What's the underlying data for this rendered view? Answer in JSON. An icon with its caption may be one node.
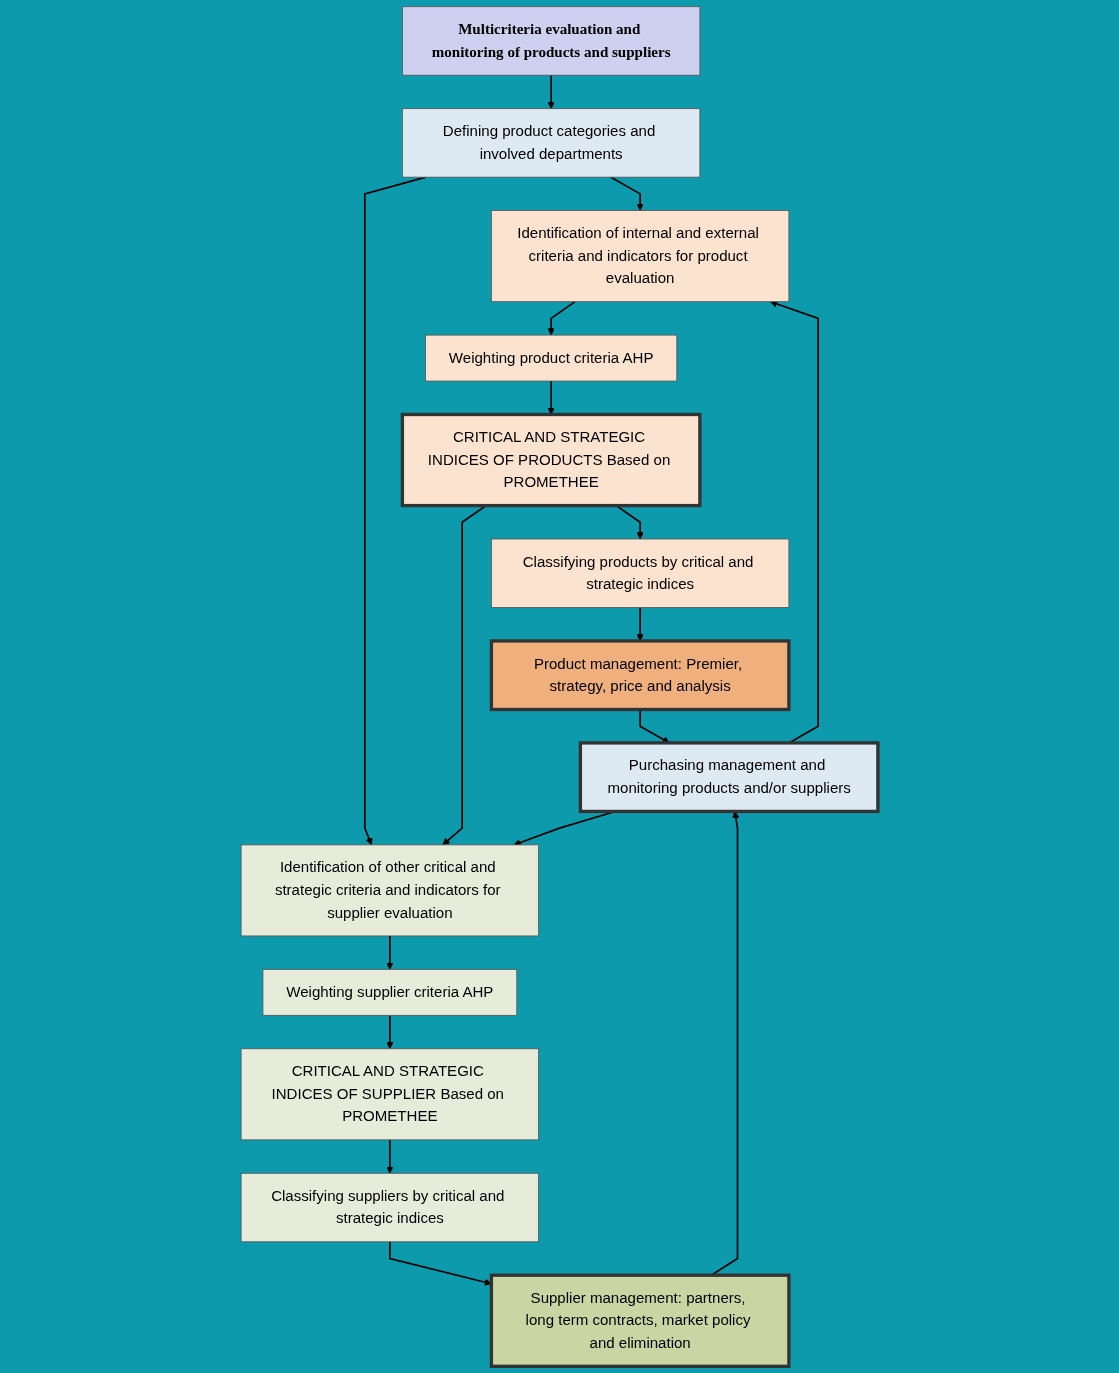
{
  "diagram": {
    "nodes": [
      {
        "text": [
          "Multicriteria evaluation and monitoring of products and suppliers"
        ]
      },
      {
        "text": [
          "Defining product categories and involved departments"
        ]
      },
      {
        "text": [
          "Identification of internal and external criteria and indicators for product evaluation"
        ]
      },
      {
        "text": [
          "Weighting product criteria AHP"
        ]
      },
      {
        "text": [
          "CRITICAL AND STRATEGIC INDICES OF PRODUCTS Based on PROMETHEE"
        ]
      },
      {
        "text": [
          "Classifying products by critical and strategic indices"
        ]
      },
      {
        "text": [
          "Product management: Premier, strategy, price and analysis"
        ]
      },
      {
        "text": [
          "Identification of other critical and strategic criteria and indicators for supplier evaluation"
        ]
      },
      {
        "text": [
          "Weighting supplier criteria AHP"
        ]
      },
      {
        "text": [
          "CRITICAL AND STRATEGIC INDICES OF SUPPLIER Based on PROMETHEE"
        ]
      },
      {
        "text": [
          "Classifying suppliers by critical and strategic indices"
        ]
      },
      {
        "text": [
          "Supplier management: partners, long term contracts, market policy and elimination"
        ]
      },
      {
        "text": [
          "Purchasing management and monitoring products and/or suppliers"
        ]
      }
    ],
    "edges": [
      {
        "from": 0,
        "to": 1,
        "arrow": "to"
      },
      {
        "from": 1,
        "to": 2,
        "arrow": "to"
      },
      {
        "from": 1,
        "to": 7,
        "arrow": "to"
      },
      {
        "from": 2,
        "to": 3,
        "arrow": "to"
      },
      {
        "from": 3,
        "to": 4,
        "arrow": "to"
      },
      {
        "from": 4,
        "to": 5,
        "arrow": "to"
      },
      {
        "from": 5,
        "to": 6,
        "arrow": "to"
      },
      {
        "from": 4,
        "to": 7,
        "arrow": "to"
      },
      {
        "from": 7,
        "to": 8,
        "arrow": "to"
      },
      {
        "from": 8,
        "to": 9,
        "arrow": "to"
      },
      {
        "from": 9,
        "to": 10,
        "arrow": "to"
      },
      {
        "from": 10,
        "to": 11,
        "arrow": "to"
      },
      {
        "from": 6,
        "to": 12,
        "arrow": "to"
      },
      {
        "from": 11,
        "to": 12,
        "arrow": "to"
      },
      {
        "from": 12,
        "to": 2,
        "arrow": "to"
      },
      {
        "from": 12,
        "to": 7,
        "arrow": "to"
      }
    ]
  }
}
